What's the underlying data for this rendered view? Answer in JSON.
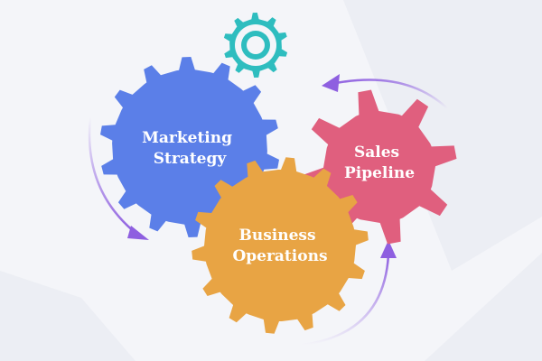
{
  "diagram": {
    "gears": [
      {
        "id": "marketing",
        "lines": [
          "Marketing",
          "Strategy"
        ],
        "color": "#5b7fe8"
      },
      {
        "id": "operations",
        "lines": [
          "Business",
          "Operations"
        ],
        "color": "#e8a444"
      },
      {
        "id": "sales",
        "lines": [
          "Sales",
          "Pipeline"
        ],
        "color": "#e05f7e"
      },
      {
        "id": "small",
        "lines": [],
        "color": "#2ebdbf"
      }
    ],
    "colors": {
      "background": "#f4f5f9",
      "arrow": "#8e5fe0",
      "background_shape": "#e9ebf1"
    }
  }
}
